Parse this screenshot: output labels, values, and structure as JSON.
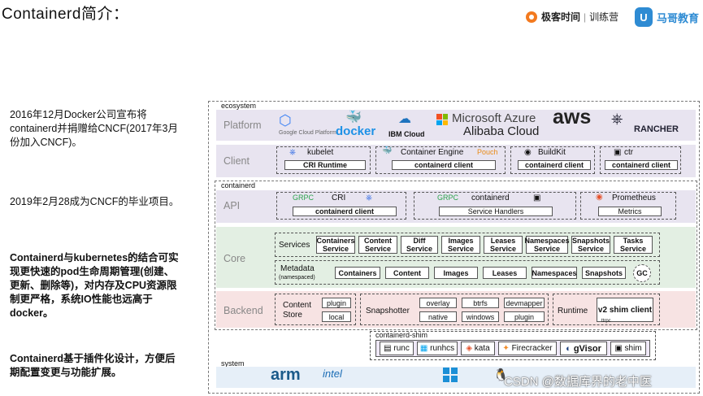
{
  "header": {
    "title": "Containerd简介：",
    "geek_brand": "极客时间",
    "geek_sub": "训练营",
    "mage_brand": "马哥教育"
  },
  "left_text": {
    "p1": "2016年12月Docker公司宣布将containerd并捐赠给CNCF(2017年3月份加入CNCF)。",
    "p2": "2019年2月28成为CNCF的毕业项目。",
    "p3": "Containerd与kubernetes的结合可实现更快速的pod生命周期管理(创建、更新、删除等)，对内存及CPU资源限制更严格，系统IO性能也远高于docker。",
    "p4": "Containerd基于插件化设计，方便后期配置变更与功能扩展。"
  },
  "diagram": {
    "ecosystem_label": "ecosystem",
    "containerd_label": "containerd",
    "shim_label": "containerd-shim",
    "system_label": "system",
    "lanes": [
      "Platform",
      "Client",
      "API",
      "Core",
      "Backend"
    ],
    "platform_logos": [
      "Google Cloud Platform",
      "docker",
      "IBM Cloud",
      "Microsoft Azure",
      "Alibaba Cloud",
      "aws",
      "RANCHER"
    ],
    "client": {
      "kubelet": "kubelet",
      "cri_runtime": "CRI Runtime",
      "container_engine": "Container Engine",
      "pouch": "Pouch",
      "containerd_client": "containerd client",
      "buildkit": "BuildKit",
      "buildkit_client": "containerd client",
      "ctr": "ctr",
      "ctr_client": "containerd client"
    },
    "api": {
      "grpc": "GRPC",
      "cri": "CRI",
      "cri_client": "containerd client",
      "containerd": "containerd",
      "service_handlers": "Service Handlers",
      "prometheus": "Prometheus",
      "metrics": "Metrics"
    },
    "core": {
      "services_label": "Services",
      "services": [
        "Containers Service",
        "Content Service",
        "Diff Service",
        "Images Service",
        "Leases Service",
        "Namespaces Service",
        "Snapshots Service",
        "Tasks Service"
      ],
      "metadata_label": "Metadata",
      "metadata_sub": "(namespaced)",
      "metadata": [
        "Containers",
        "Content",
        "Images",
        "Leases",
        "Namespaces",
        "Snapshots"
      ],
      "gc": "GC"
    },
    "backend": {
      "content_store": "Content Store",
      "plugin": "plugin",
      "local": "local",
      "snapshotter": "Snapshotter",
      "snap_items": [
        "overlay",
        "btrfs",
        "devmapper",
        "native",
        "windows",
        "plugin"
      ],
      "runtime": "Runtime",
      "v2shim": "v2 shim client",
      "ttrpc": "ttrpc"
    },
    "shim": [
      "runc",
      "runhcs",
      "kata",
      "Firecracker",
      "gVisor",
      "shim"
    ],
    "system": [
      "arm",
      "intel",
      "Windows",
      "Linux"
    ],
    "watermark": "CSDN @数据库界的老中医"
  }
}
